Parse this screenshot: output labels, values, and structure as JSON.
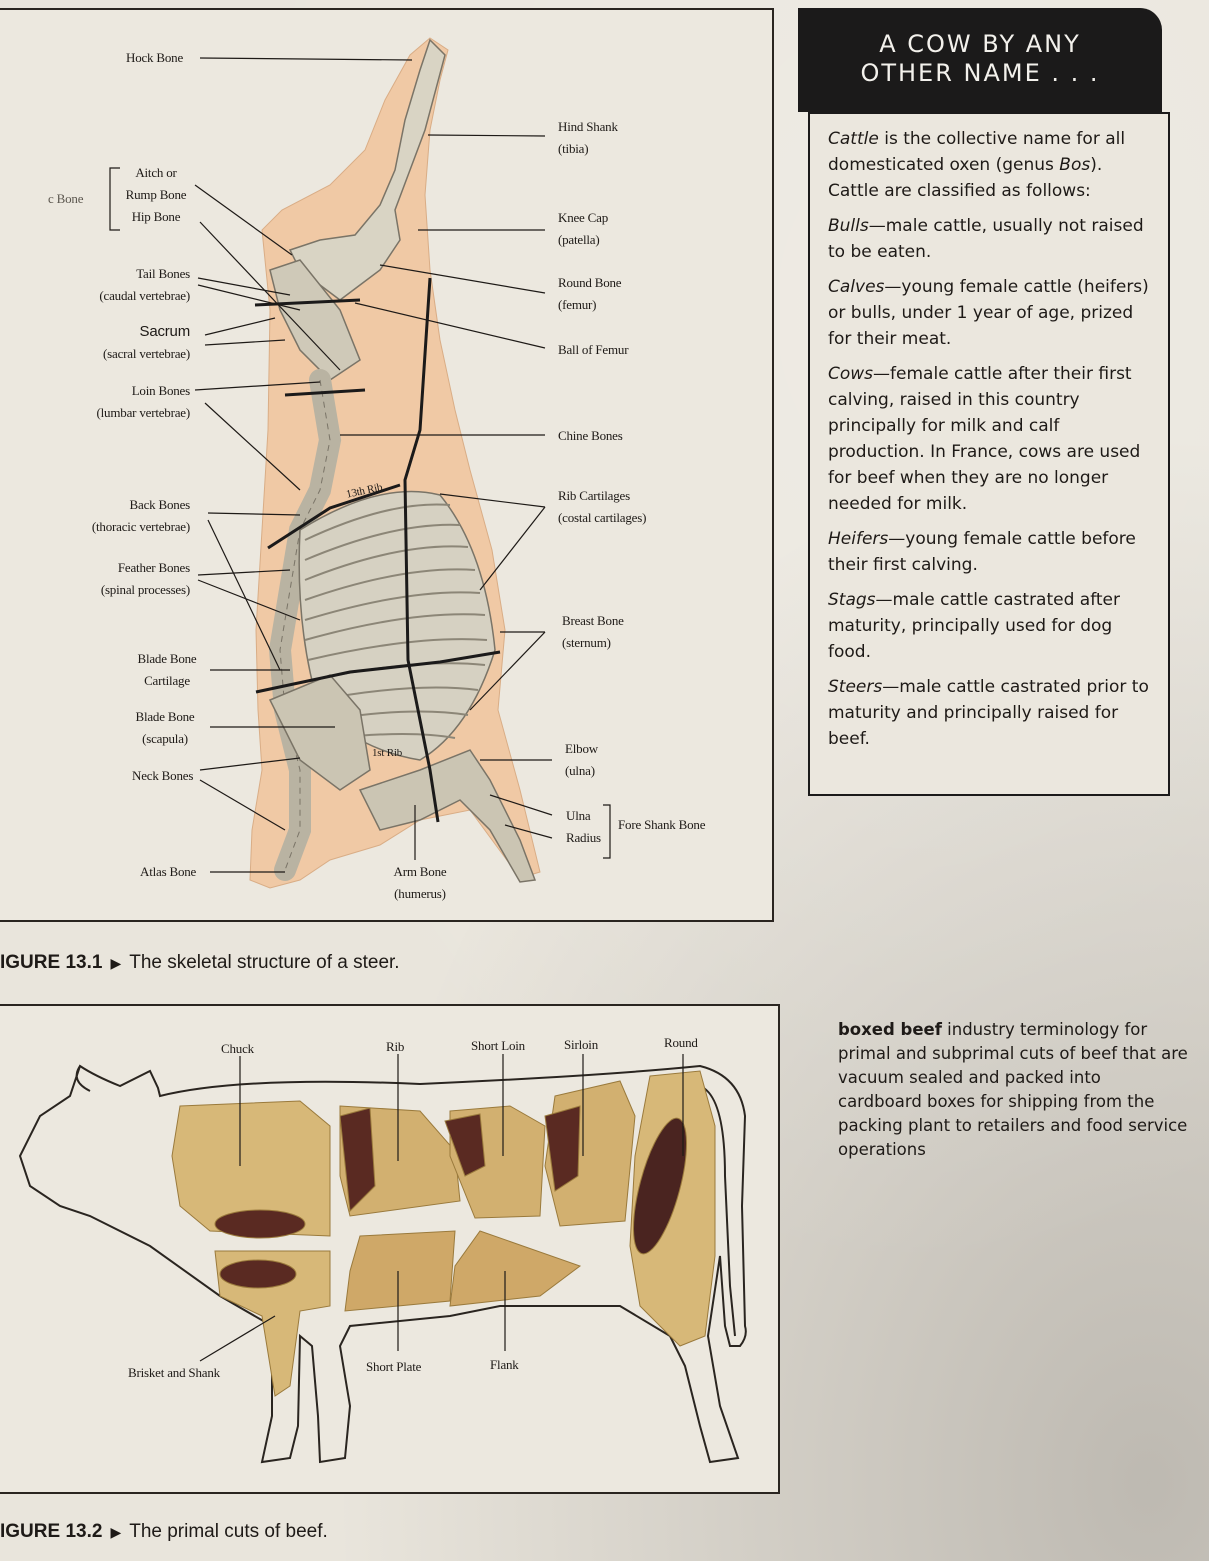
{
  "figure1": {
    "caption_number": "IGURE 13.1",
    "caption_text": "The skeletal structure of a steer.",
    "labels": {
      "hock_bone": "Hock Bone",
      "aitch_1": "Aitch or",
      "aitch_2": "Rump Bone",
      "hip_bone": "Hip Bone",
      "pelvic_partial": "c Bone",
      "tail_bones": "Tail Bones",
      "tail_bones_sub": "(caudal vertebrae)",
      "sacrum": "Sacrum",
      "sacrum_sub": "(sacral vertebrae)",
      "loin_bones": "Loin Bones",
      "loin_bones_sub": "(lumbar vertebrae)",
      "back_bones": "Back Bones",
      "back_bones_sub": "(thoracic vertebrae)",
      "feather_bones": "Feather Bones",
      "feather_bones_sub": "(spinal processes)",
      "blade_bone_cartilage_1": "Blade Bone",
      "blade_bone_cartilage_2": "Cartilage",
      "blade_bone": "Blade Bone",
      "blade_bone_sub": "(scapula)",
      "neck_bones": "Neck Bones",
      "atlas_bone": "Atlas Bone",
      "arm_bone": "Arm Bone",
      "arm_bone_sub": "(humerus)",
      "hind_shank": "Hind Shank",
      "hind_shank_sub": "(tibia)",
      "knee_cap": "Knee Cap",
      "knee_cap_sub": "(patella)",
      "round_bone": "Round Bone",
      "round_bone_sub": "(femur)",
      "ball_of_femur": "Ball of Femur",
      "chine_bones": "Chine Bones",
      "rib_cartilages": "Rib Cartilages",
      "rib_cartilages_sub": "(costal cartilages)",
      "breast_bone": "Breast Bone",
      "breast_bone_sub": "(sternum)",
      "elbow": "Elbow",
      "elbow_sub": "(ulna)",
      "ulna": "Ulna",
      "radius": "Radius",
      "fore_shank_bone": "Fore Shank Bone",
      "rib_13": "13th Rib",
      "rib_1": "1st Rib"
    }
  },
  "figure2": {
    "caption_number": "IGURE 13.2",
    "caption_text": "The primal cuts of beef.",
    "labels": {
      "chuck": "Chuck",
      "rib": "Rib",
      "short_loin": "Short Loin",
      "sirloin": "Sirloin",
      "round": "Round",
      "brisket_and_shank": "Brisket and Shank",
      "short_plate": "Short Plate",
      "flank": "Flank"
    }
  },
  "sidebar": {
    "title_line1": "A COW BY ANY",
    "title_line2": "OTHER NAME . . .",
    "intro_term": "Cattle",
    "intro_text": " is the collective name for all domesticated oxen (genus ",
    "intro_genus": "Bos",
    "intro_end": "). Cattle are classified as follows:",
    "entries": [
      {
        "term": "Bulls",
        "text": "—male cattle, usually not raised to be eaten."
      },
      {
        "term": "Calves",
        "text": "—young female cattle (heifers) or bulls, under 1 year of age, prized for their meat."
      },
      {
        "term": "Cows",
        "text": "—female cattle after their first calving, raised in this country principally for milk and calf production. In France, cows are used for beef when they are no longer needed for milk."
      },
      {
        "term": "Heifers",
        "text": "—young female cattle before their first calving."
      },
      {
        "term": "Stags",
        "text": "—male cattle castrated after maturity, principally used for dog food."
      },
      {
        "term": "Steers",
        "text": "—male cattle castrated prior to maturity and principally raised for beef."
      }
    ]
  },
  "glossary": {
    "term": "boxed beef",
    "definition": " industry terminology for primal and subprimal cuts of beef that are vacuum sealed and packed into cardboard boxes for shipping from the packing plant to retailers and food service operations"
  }
}
